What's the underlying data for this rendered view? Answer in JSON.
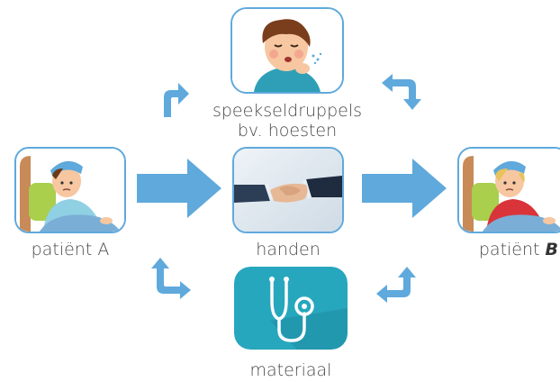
{
  "nodes": {
    "top": {
      "label_line1": "speekseldruppels",
      "label_line2": "bv. hoesten",
      "icon": "coughing-boy-icon"
    },
    "left": {
      "label": "patiënt A",
      "icon": "patient-in-bed-icon"
    },
    "center": {
      "label": "handen",
      "icon": "handshake-icon"
    },
    "right": {
      "label_prefix": "patiënt ",
      "label_suffix": "B",
      "icon": "patient-in-bed-icon"
    },
    "bottom": {
      "label": "materiaal",
      "icon": "stethoscope-icon"
    }
  },
  "colors": {
    "arrow": "#5fa9dc",
    "tile_border": "#5fa9dc",
    "stethoscope_bg": "#27a7be",
    "text": "#4a4a4a"
  }
}
